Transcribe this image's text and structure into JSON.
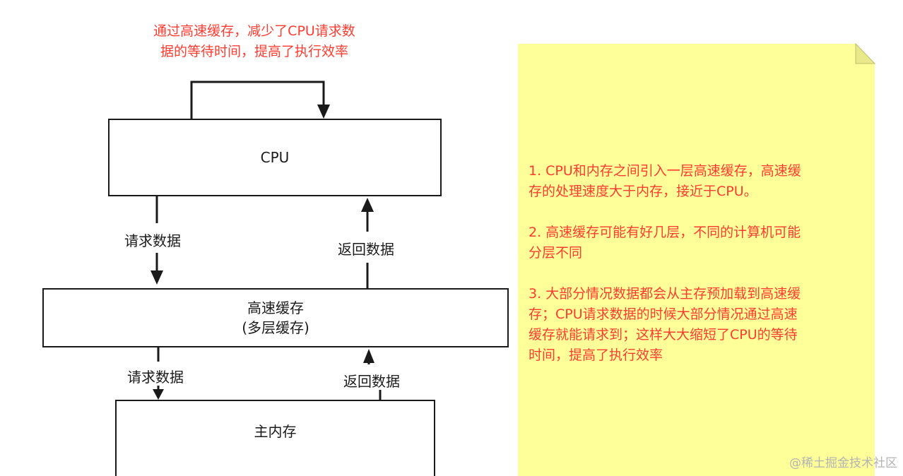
{
  "top_note": {
    "line1": "通过高速缓存，减少了CPU请求数",
    "line2": "据的等待时间，提高了执行效率"
  },
  "boxes": {
    "cpu": "CPU",
    "cache_line1": "高速缓存",
    "cache_line2": "(多层缓存)",
    "main_memory": "主内存"
  },
  "edge_labels": {
    "cpu_request": "请求数据",
    "cpu_return": "返回数据",
    "cache_request": "请求数据",
    "cache_return": "返回数据"
  },
  "sticky_note": {
    "color": "#ffff99",
    "items": [
      "1. CPU和内存之间引入一层高速缓存，高速缓\n存的处理速度大于内存，接近于CPU。",
      "2. 高速缓存可能有好几层，不同的计算机可能\n分层不同",
      "3. 大部分情况数据都会从主存预加载到高速缓\n存；CPU请求数据的时候大部分情况通过高速\n缓存就能请求到；这样大大缩短了CPU的等待\n时间，提高了执行效率"
    ]
  },
  "watermark": "@稀土掘金技术社区"
}
